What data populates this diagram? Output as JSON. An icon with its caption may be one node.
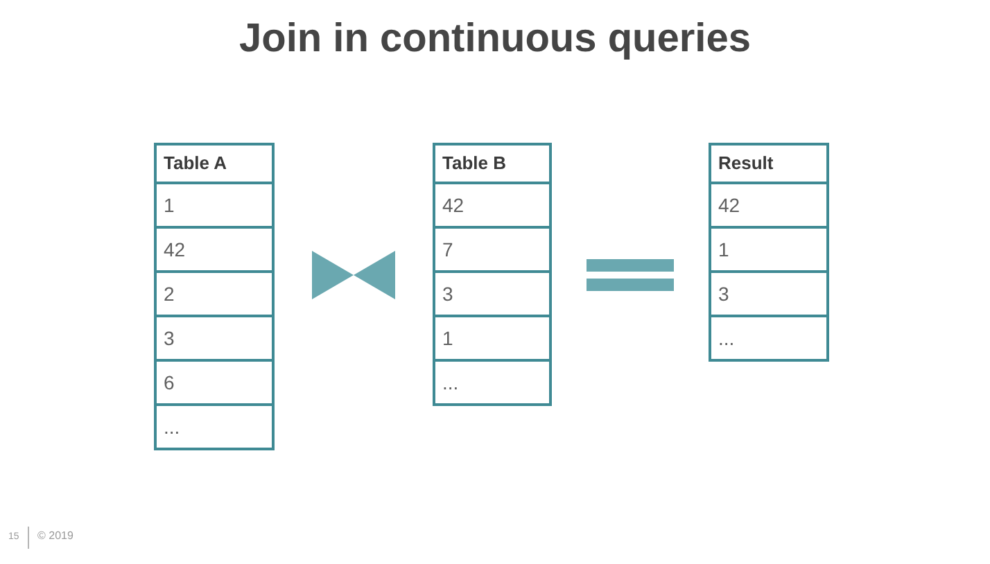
{
  "diagram": {
    "title": "Join in continuous queries",
    "nodes": [
      {
        "text": [
          "Table A",
          "1",
          "42",
          "2",
          "3",
          "6",
          "..."
        ]
      },
      {
        "text": [
          "Table B",
          "42",
          "7",
          "3",
          "1",
          "..."
        ]
      },
      {
        "text": [
          "Result",
          "42",
          "1",
          "3",
          "..."
        ]
      }
    ],
    "labels": [
      "15",
      "© 2019"
    ]
  }
}
